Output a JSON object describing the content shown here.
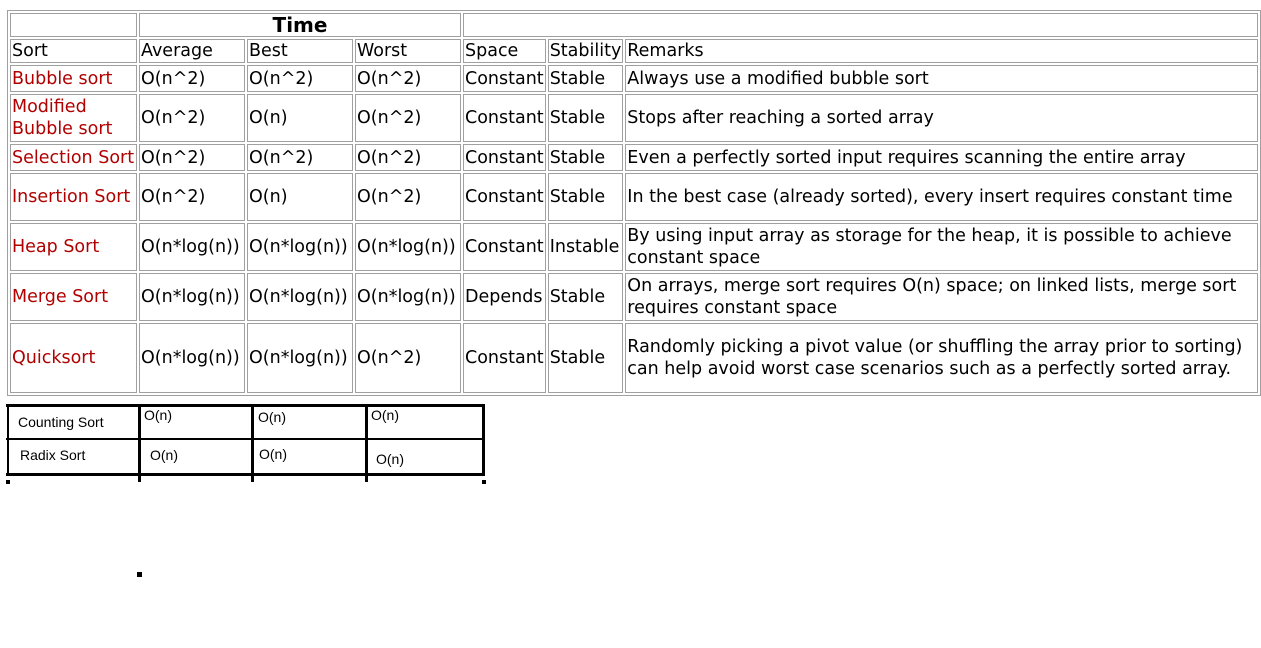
{
  "table": {
    "group_header": "Time",
    "headers": [
      "Sort",
      "Average",
      "Best",
      "Worst",
      "Space",
      "Stability",
      "Remarks"
    ],
    "rows": [
      {
        "name": "Bubble sort",
        "average": "O(n^2)",
        "best": "O(n^2)",
        "worst": "O(n^2)",
        "space": "Constant",
        "stability": "Stable",
        "remarks": "Always use a modified bubble sort"
      },
      {
        "name": "Modified Bubble sort",
        "average": "O(n^2)",
        "best": "O(n)",
        "worst": "O(n^2)",
        "space": "Constant",
        "stability": "Stable",
        "remarks": "Stops after reaching a sorted array"
      },
      {
        "name": "Selection Sort",
        "average": "O(n^2)",
        "best": "O(n^2)",
        "worst": "O(n^2)",
        "space": "Constant",
        "stability": "Stable",
        "remarks": "Even a perfectly sorted input requires scanning the entire array"
      },
      {
        "name": "Insertion Sort",
        "average": "O(n^2)",
        "best": "O(n)",
        "worst": "O(n^2)",
        "space": "Constant",
        "stability": "Stable",
        "remarks": "In the best case (already sorted), every insert requires constant time"
      },
      {
        "name": "Heap Sort",
        "average": "O(n*log(n))",
        "best": "O(n*log(n))",
        "worst": "O(n*log(n))",
        "space": "Constant",
        "stability": "Instable",
        "remarks": "By using input array as storage for the heap, it is possible to achieve constant space"
      },
      {
        "name": "Merge Sort",
        "average": "O(n*log(n))",
        "best": "O(n*log(n))",
        "worst": "O(n*log(n))",
        "space": "Depends",
        "stability": "Stable",
        "remarks": "On arrays, merge sort requires O(n) space; on linked lists, merge sort requires constant space"
      },
      {
        "name": "Quicksort",
        "average": "O(n*log(n))",
        "best": "O(n*log(n))",
        "worst": "O(n^2)",
        "space": "Constant",
        "stability": "Stable",
        "remarks": "Randomly picking a pivot value (or shuffling the array prior to sorting) can help avoid worst case scenarios such as a perfectly sorted array."
      }
    ]
  },
  "extra_rows": [
    {
      "name": "Counting Sort",
      "average": "O(n)",
      "best": "O(n)",
      "worst": "O(n)"
    },
    {
      "name": "Radix Sort",
      "average": "O(n)",
      "best": "O(n)",
      "worst": "O(n)"
    }
  ],
  "colors": {
    "algorithm_link": "#b00000",
    "table_border": "#a0a0a0",
    "drawn_lines": "#000000"
  }
}
